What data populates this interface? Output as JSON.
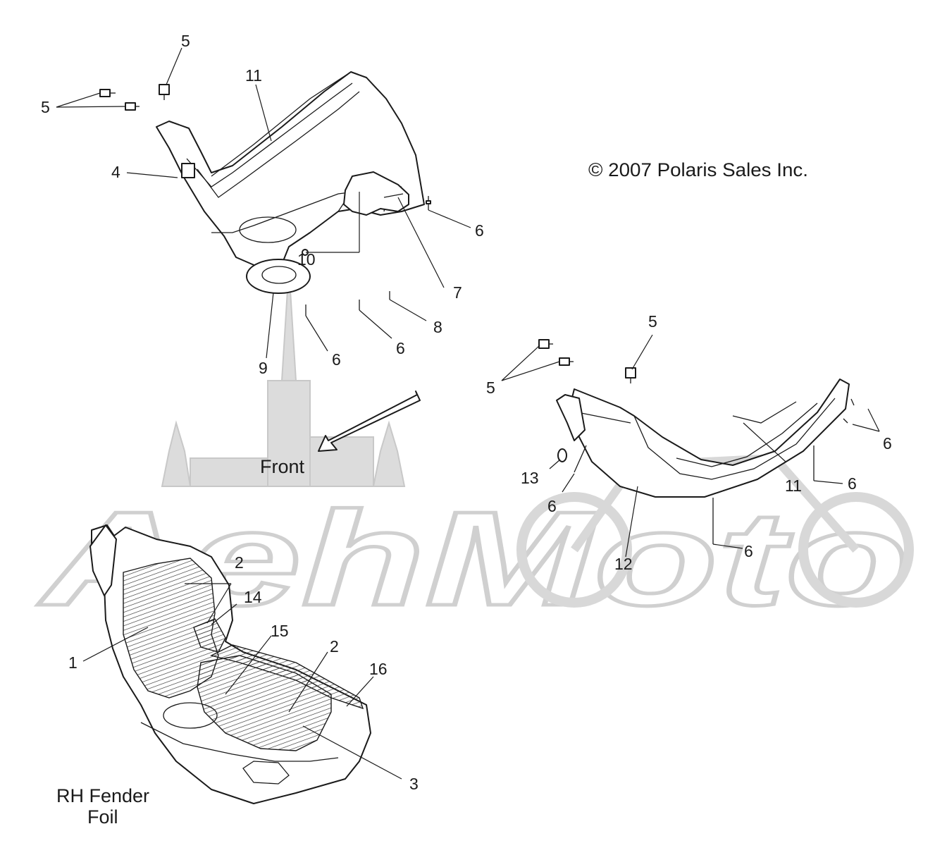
{
  "copyright": "© 2007 Polaris Sales Inc.",
  "front_label": "Front",
  "rh_label_line1": "RH Fender",
  "rh_label_line2": "Foil",
  "watermark": "AehMoto",
  "callouts": {
    "c5a": "5",
    "c5b": "5",
    "c11a": "11",
    "c4": "4",
    "c6a": "6",
    "c10": "10",
    "c7": "7",
    "c8": "8",
    "c6b": "6",
    "c6c": "6",
    "c9": "9",
    "c5c": "5",
    "c5d": "5",
    "c6d": "6",
    "c6e": "6",
    "c13": "13",
    "c6f": "6",
    "c11b": "11",
    "c6g": "6",
    "c12": "12",
    "c2a": "2",
    "c14": "14",
    "c15": "15",
    "c2b": "2",
    "c16": "16",
    "c1": "1",
    "c3": "3"
  }
}
